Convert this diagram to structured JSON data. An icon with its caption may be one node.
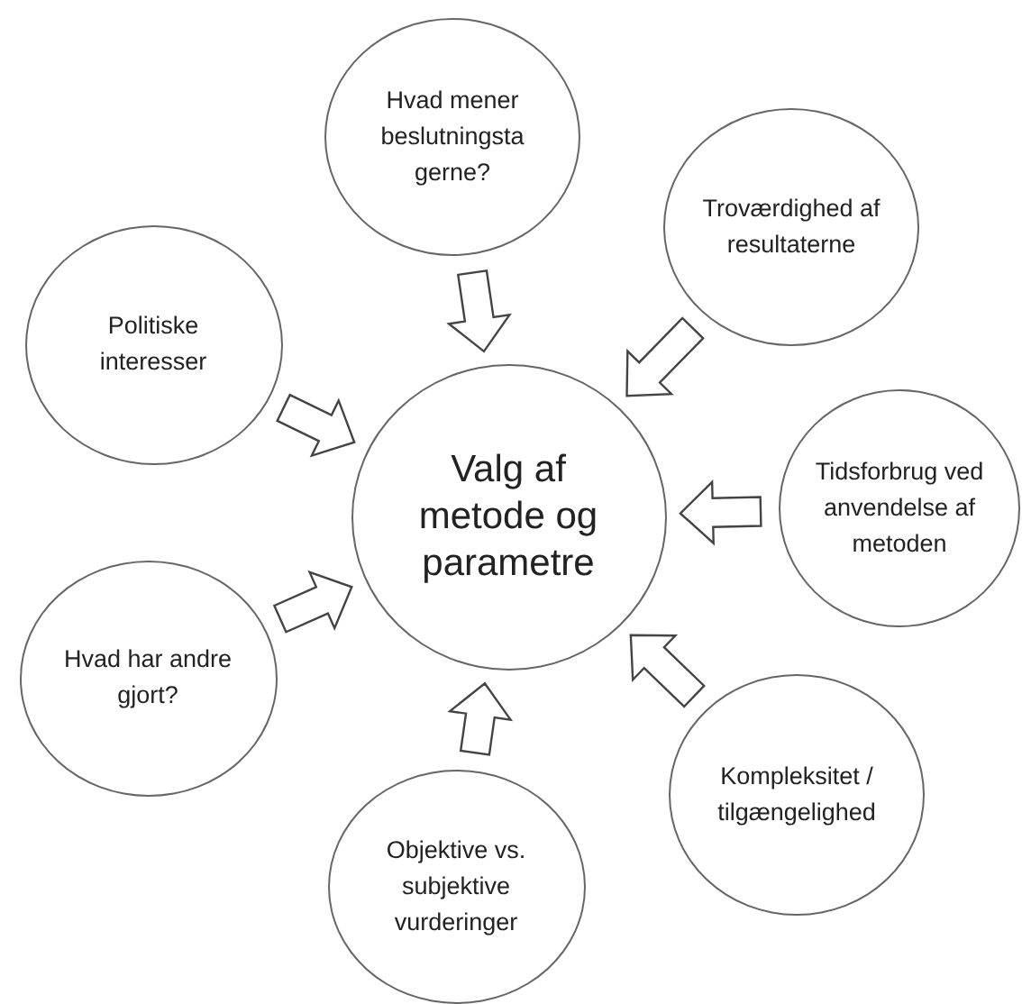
{
  "diagram": {
    "nodes": [
      {
        "text": [
          "Valg af metode og parametre"
        ]
      },
      {
        "text": [
          "Hvad mener beslutningsta gerne?"
        ]
      },
      {
        "text": [
          "Troværdighed af resultaterne"
        ]
      },
      {
        "text": [
          "Politiske interesser"
        ]
      },
      {
        "text": [
          "Tidsforbrug ved anvendelse af metoden"
        ]
      },
      {
        "text": [
          "Hvad har andre gjort?"
        ]
      },
      {
        "text": [
          "Kompleksitet / tilgængelighed"
        ]
      },
      {
        "text": [
          "Objektive vs. subjektive vurderinger"
        ]
      }
    ],
    "edges": [
      {
        "from": 1,
        "to": 0,
        "arrow": "to"
      },
      {
        "from": 2,
        "to": 0,
        "arrow": "to"
      },
      {
        "from": 3,
        "to": 0,
        "arrow": "to"
      },
      {
        "from": 4,
        "to": 0,
        "arrow": "to"
      },
      {
        "from": 5,
        "to": 0,
        "arrow": "to"
      },
      {
        "from": 6,
        "to": 0,
        "arrow": "to"
      },
      {
        "from": 7,
        "to": 0,
        "arrow": "to"
      }
    ]
  }
}
